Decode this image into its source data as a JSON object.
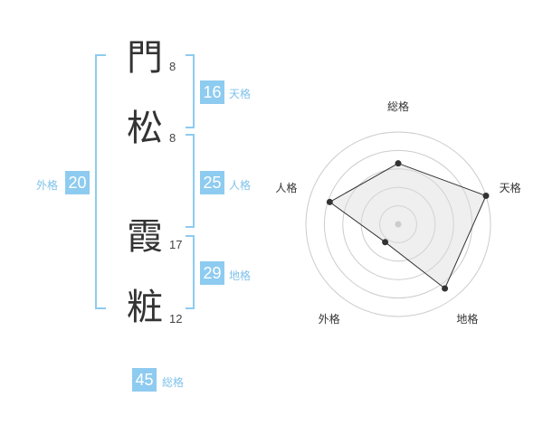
{
  "name_chars": [
    {
      "char": "門",
      "strokes": "8"
    },
    {
      "char": "松",
      "strokes": "8"
    },
    {
      "char": "霞",
      "strokes": "17"
    },
    {
      "char": "粧",
      "strokes": "12"
    }
  ],
  "fortunes": {
    "tenkaku": {
      "value": "16",
      "label": "天格"
    },
    "jinkaku": {
      "value": "25",
      "label": "人格"
    },
    "chikaku": {
      "value": "29",
      "label": "地格"
    },
    "gaikaku": {
      "value": "20",
      "label": "外格"
    },
    "soukaku": {
      "value": "45",
      "label": "総格"
    }
  },
  "chart_data": {
    "type": "radar",
    "axes": [
      "総格",
      "天格",
      "地格",
      "外格",
      "人格"
    ],
    "values": [
      0.66,
      1.0,
      0.86,
      0.24,
      0.78
    ],
    "rings": 5,
    "colors": {
      "fill": "#eeeeee",
      "line": "#333333",
      "ring": "#cccccc",
      "center": "#cccccc"
    }
  },
  "colors": {
    "accent": "#8ecbf0"
  }
}
